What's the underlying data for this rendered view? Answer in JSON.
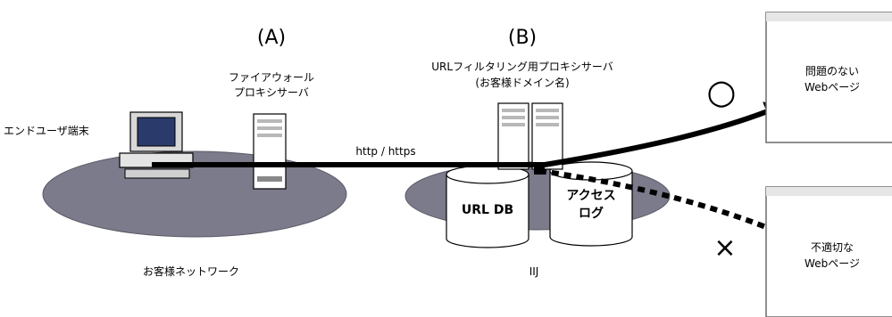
{
  "labels": {
    "section_a": "(A)",
    "section_b": "(B)",
    "firewall_line1": "ファイアウォール",
    "firewall_line2": "プロキシサーバ",
    "url_filter_line1": "URLフィルタリング用プロキシサーバ",
    "url_filter_line2": "(お客様ドメイン名)",
    "end_user": "エンドユーザ端末",
    "http": "http / https",
    "customer_network": "お客様ネットワーク",
    "iij": "IIJ",
    "url_db": "URL DB",
    "access_log_line1": "アクセス",
    "access_log_line2": "ログ",
    "ok_mark": "○",
    "ng_mark": "×",
    "good_page_line1": "問題のない",
    "good_page_line2": "Webページ",
    "bad_page_line1": "不適切な",
    "bad_page_line2": "Webページ"
  },
  "colors": {
    "network_ellipse": "#7b7b8c",
    "line": "#000000",
    "db_fill": "#ffffff",
    "page_border": "#6b6b6b"
  }
}
